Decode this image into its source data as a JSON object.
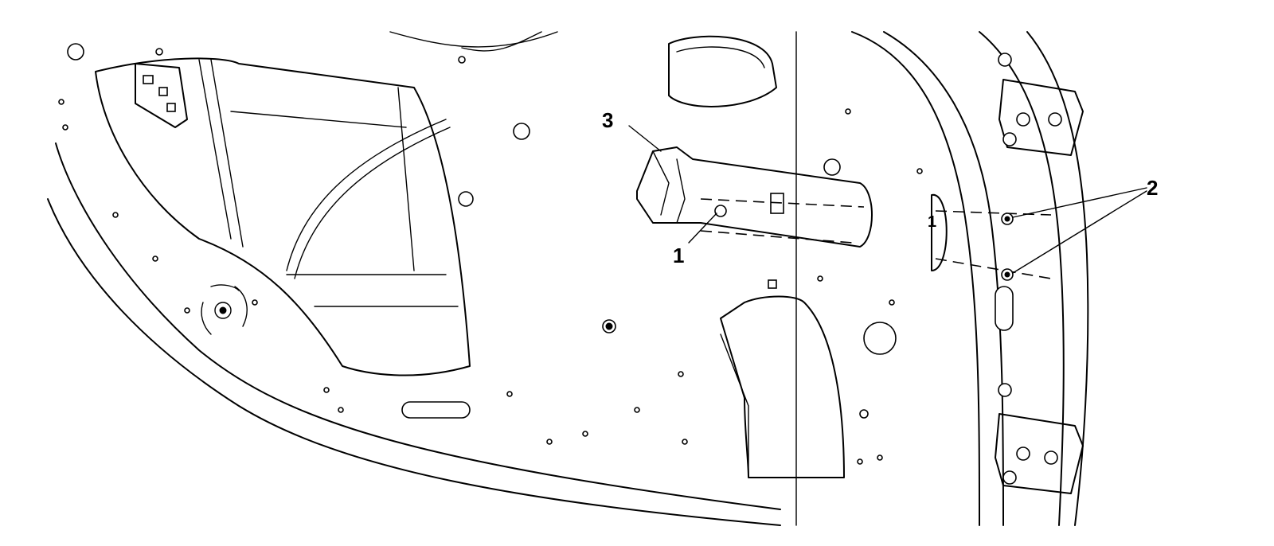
{
  "callouts": [
    {
      "id": "1",
      "label": "1"
    },
    {
      "id": "2",
      "label": "2"
    },
    {
      "id": "3",
      "label": "3"
    }
  ],
  "part_markings": [
    {
      "id": "pillar-mark",
      "label": "1"
    }
  ]
}
